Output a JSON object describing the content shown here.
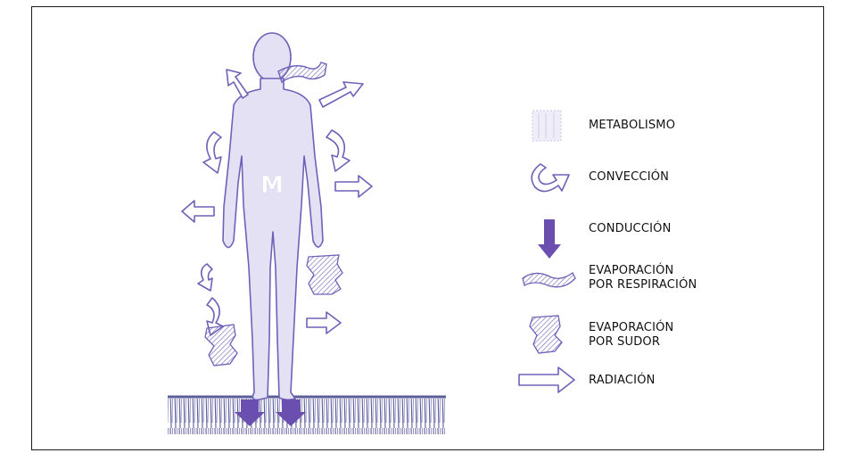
{
  "colors": {
    "body_fill": "#e4e1f4",
    "outline": "#6d62b8",
    "arrow_dark": "#6a4fb0",
    "ground": "#5b5c9a"
  },
  "figure": {
    "body_mark": "M"
  },
  "legend": {
    "items": [
      {
        "key": "metabolismo",
        "icon": "metabolism-icon",
        "lines": [
          "METABOLISMO"
        ]
      },
      {
        "key": "conveccion",
        "icon": "convection-arrow-icon",
        "lines": [
          "CONVECCIÓN"
        ]
      },
      {
        "key": "conduccion",
        "icon": "conduction-arrow-icon",
        "lines": [
          "CONDUCCIÓN"
        ]
      },
      {
        "key": "evap_resp",
        "icon": "respiration-evaporation-icon",
        "lines": [
          "EVAPORACIÓN",
          "POR RESPIRACIÓN"
        ]
      },
      {
        "key": "evap_sudor",
        "icon": "sweat-evaporation-icon",
        "lines": [
          "EVAPORACIÓN",
          "POR SUDOR"
        ]
      },
      {
        "key": "radiacion",
        "icon": "radiation-arrow-icon",
        "lines": [
          "RADIACIÓN"
        ]
      }
    ]
  }
}
